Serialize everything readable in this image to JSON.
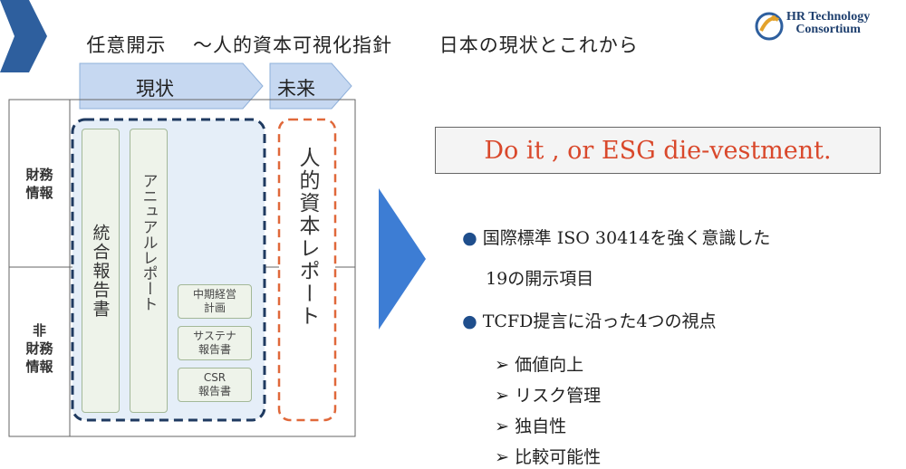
{
  "header": {
    "title_left": "任意開示",
    "title_mid": "〜人的資本可視化指針",
    "title_right": "日本の現状とこれから",
    "logo_line1": "HR Technology",
    "logo_line2": "Consortium"
  },
  "diagram": {
    "current_label": "現状",
    "future_label": "未来",
    "row_financial": "財務\n情報",
    "row_nonfinancial": "非\n財務\n情報",
    "integrated_report": "統合報告書",
    "annual_report": "アニュアルレポート",
    "midterm_plan": "中期経営\n計画",
    "sustainability_report": "サステナ\n報告書",
    "csr_report": "CSR\n報告書",
    "human_capital_report": "人的資本レポート"
  },
  "main": {
    "headline": "Do it , or ESG die-vestment.",
    "bullets": [
      {
        "text": "国際標準 ISO 30414を強く意識した"
      },
      {
        "text": "19の開示項目"
      },
      {
        "text": "TCFD提言に沿った4つの視点"
      }
    ],
    "subpoints": [
      "価値向上",
      "リスク管理",
      "独自性",
      "比較可能性"
    ]
  },
  "colors": {
    "header_chevron": "#2e5f9e",
    "arrow_fill": "#c6d8f1",
    "navy_dash": "#1f3a60",
    "orange_dash": "#e0683a",
    "big_arrow": "#3d7dd4",
    "headline_text": "#d9482b"
  }
}
